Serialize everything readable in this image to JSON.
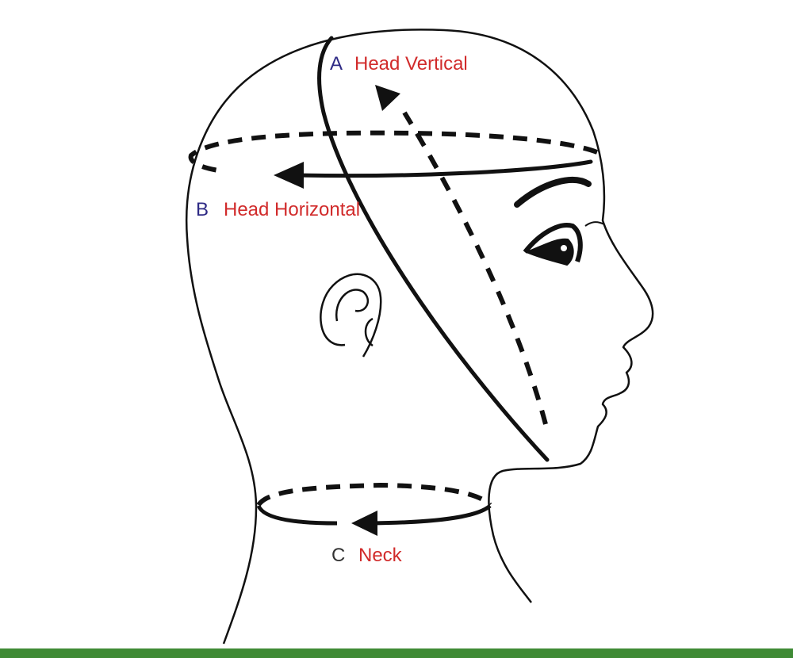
{
  "labels": {
    "a": {
      "letter": "A",
      "text": "Head Vertical"
    },
    "b": {
      "letter": "B",
      "text": "Head Horizontal"
    },
    "c": {
      "letter": "C",
      "text": "Neck"
    }
  },
  "colors": {
    "letter_a": "#2e2a85",
    "letter_b": "#2e2a85",
    "letter_c": "#333333",
    "label_text": "#d12b2b",
    "line": "#111111",
    "bar": "#3f8a35"
  }
}
